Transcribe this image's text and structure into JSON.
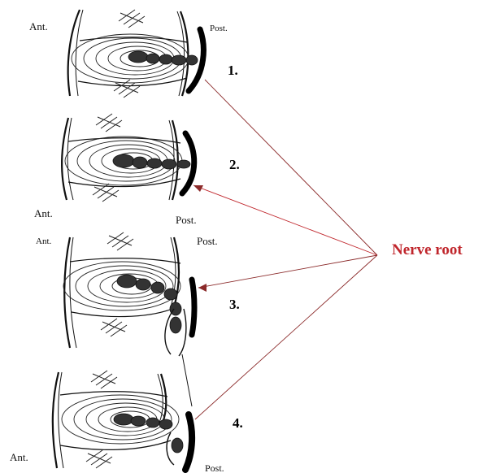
{
  "labels": {
    "ant": "Ant.",
    "post": "Post.",
    "nerve_root": "Nerve root"
  },
  "stages": [
    "1.",
    "2.",
    "3.",
    "4."
  ],
  "colors": {
    "nerve_label": "#c0262c",
    "pointer_line": "#8b2a2a",
    "ink": "#111111"
  }
}
